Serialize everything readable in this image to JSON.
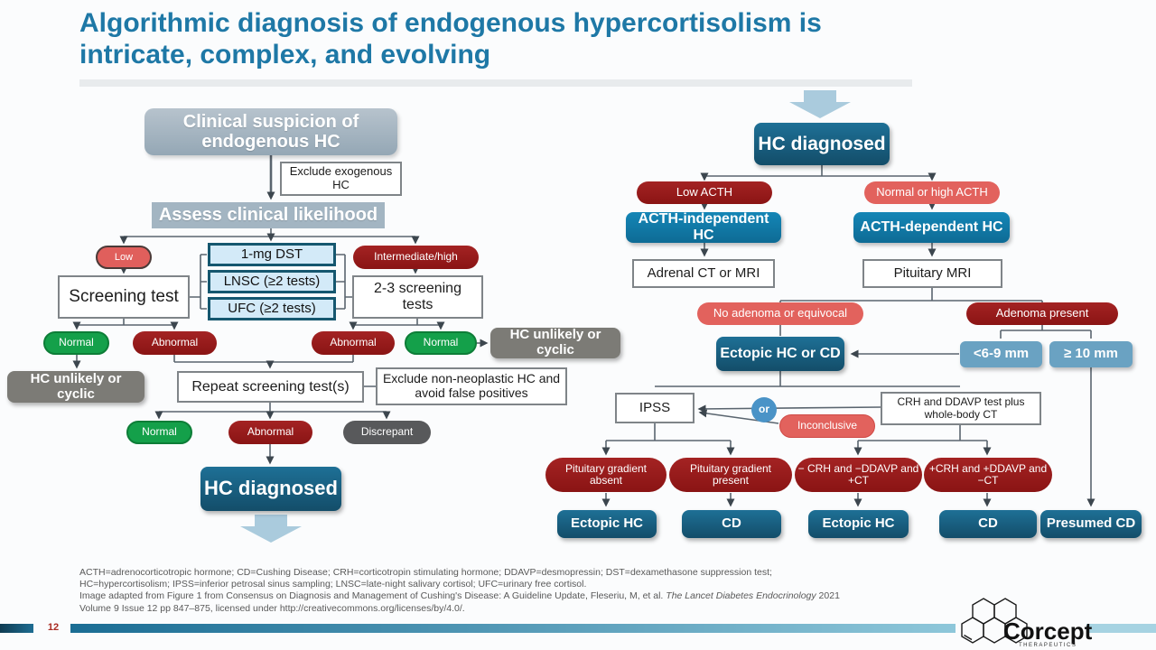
{
  "title": {
    "line1": "Algorithmic diagnosis of endogenous hypercortisolism is",
    "line2": "intricate, complex, and evolving"
  },
  "left": {
    "clinical_suspicion": "Clinical suspicion of endogenous HC",
    "exclude_exogenous": "Exclude exogenous HC",
    "assess_likelihood": "Assess clinical likelihood",
    "low": "Low",
    "intermediate_high": "Intermediate/high",
    "screening_test": "Screening test",
    "tests": [
      "1-mg DST",
      "LNSC (≥2 tests)",
      "UFC (≥2 tests)"
    ],
    "screening_2_3": "2-3 screening tests",
    "normal_1": "Normal",
    "abnormal_1": "Abnormal",
    "abnormal_2": "Abnormal",
    "normal_2": "Normal",
    "hc_unlikely_right": "HC unlikely or cyclic",
    "hc_unlikely_left": "HC unlikely or cyclic",
    "repeat_screening": "Repeat screening test(s)",
    "exclude_nonneoplastic": "Exclude non-neoplastic HC and avoid false positives",
    "normal_3": "Normal",
    "abnormal_3": "Abnormal",
    "discrepant": "Discrepant",
    "hc_diagnosed": "HC diagnosed"
  },
  "right": {
    "hc_diagnosed": "HC diagnosed",
    "low_acth": "Low ACTH",
    "normal_high_acth": "Normal or high ACTH",
    "acth_independent": "ACTH-independent HC",
    "acth_dependent": "ACTH-dependent HC",
    "adrenal_ct": "Adrenal CT or MRI",
    "pituitary_mri": "Pituitary MRI",
    "no_adenoma": "No adenoma or equivocal",
    "adenoma_present": "Adenoma present",
    "ectopic_or_cd": "Ectopic HC or CD",
    "lt_6_9mm": "<6-9 mm",
    "ge_10mm": "≥ 10 mm",
    "ipss": "IPSS",
    "or_label": "or",
    "inconclusive": "Inconclusive",
    "crh_ddavp": "CRH and DDAVP test plus whole-body CT",
    "gradient_absent": "Pituitary gradient absent",
    "gradient_present": "Pituitary gradient present",
    "crh_neg": "− CRH and −DDAVP and +CT",
    "crh_pos": "+CRH and +DDAVP and −CT",
    "ectopic_1": "Ectopic HC",
    "cd_1": "CD",
    "ectopic_2": "Ectopic HC",
    "cd_2": "CD",
    "presumed_cd": "Presumed CD"
  },
  "footnote": {
    "line1": "ACTH=adrenocorticotropic hormone; CD=Cushing Disease; CRH=corticotropin stimulating hormone; DDAVP=desmopressin; DST=dexamethasone suppression test;",
    "line2": "HC=hypercortisolism; IPSS=inferior petrosal sinus sampling; LNSC=late-night salivary cortisol; UFC=urinary free cortisol.",
    "line3_pre": "Image adapted from Figure 1 from Consensus on Diagnosis and Management of Cushing's Disease: A Guideline Update, Fleseriu, M, et al. ",
    "line3_italic": "The Lancet Diabetes Endocrinology",
    "line3_post": " 2021",
    "line4": "Volume 9 Issue 12 pp 847–875, licensed under http://creativecommons.org/licenses/by/4.0/."
  },
  "slide": {
    "page_number": "12"
  },
  "logo": {
    "name": "Corcept",
    "subname": "THERAPEUTICS"
  },
  "colors": {
    "title_teal": "#1E78A6",
    "dark_red": "#9A1A1A",
    "salmon": "#E2625D",
    "green": "#14A04A",
    "teal_box": "#1E7096",
    "teal_box_dark": "#134D69",
    "blue_box": "#1486B6",
    "blue_light_box": "#6AA2C2",
    "gray_box": "#7C7B76",
    "grayblue_box": "#A3B5C2",
    "bottom_bar_light": "#A6D3E2",
    "big_arrow": "#AACBDD"
  }
}
